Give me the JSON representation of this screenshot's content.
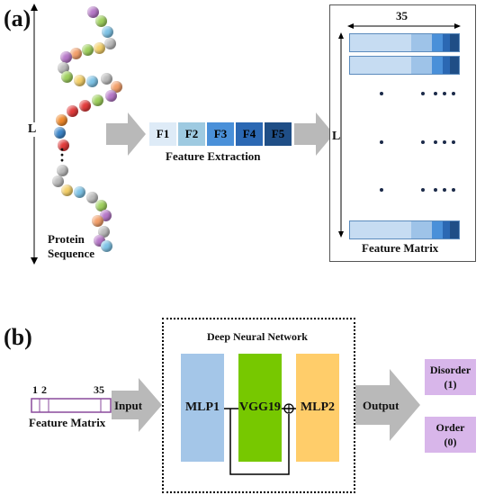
{
  "panel_a": {
    "label": "(a)",
    "sequence_axis_label": "L",
    "protein_sequence_label_line1": "Protein",
    "protein_sequence_label_line2": "Sequence",
    "features": [
      "F1",
      "F2",
      "F3",
      "F4",
      "F5"
    ],
    "feature_colors": [
      "#deebf7",
      "#9ecae1",
      "#4a90d9",
      "#2b68b3",
      "#1f4e86"
    ],
    "feature_extraction_label": "Feature Extraction",
    "matrix_width_label": "35",
    "matrix_axis_label": "L",
    "feature_matrix_label": "Feature Matrix"
  },
  "panel_b": {
    "label": "(b)",
    "feature_matrix_ticks": [
      "1",
      "2",
      "35"
    ],
    "feature_matrix_label": "Feature Matrix",
    "input_label": "Input",
    "network_title": "Deep Neural Network",
    "blocks": [
      "MLP1",
      "VGG19",
      "MLP2"
    ],
    "block_colors": [
      "#a4c6e8",
      "#77c800",
      "#ffcd6a"
    ],
    "output_label": "Output",
    "outputs": [
      {
        "line1": "Disorder",
        "line2": "(1)"
      },
      {
        "line1": "Order",
        "line2": "(0)"
      }
    ],
    "output_color": "#d8b6ea"
  }
}
